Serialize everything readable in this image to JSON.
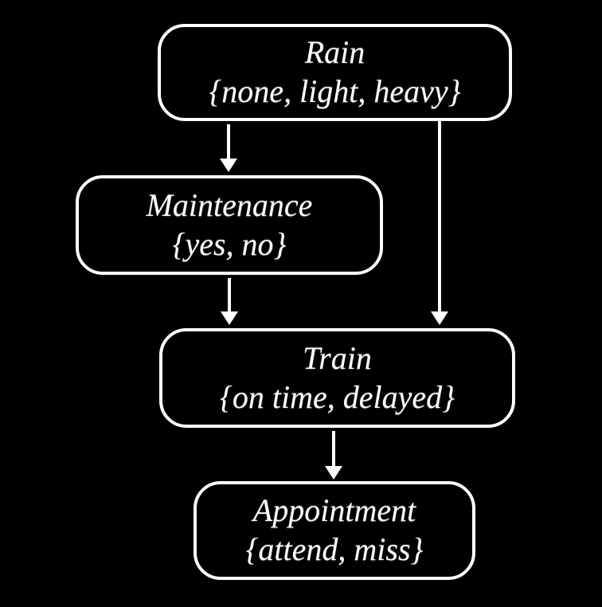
{
  "diagram": {
    "nodes": [
      {
        "id": "rain",
        "label": "Rain",
        "domain": "{none, light, heavy}"
      },
      {
        "id": "maintenance",
        "label": "Maintenance",
        "domain": "{yes, no}"
      },
      {
        "id": "train",
        "label": "Train",
        "domain": "{on time, delayed}"
      },
      {
        "id": "appointment",
        "label": "Appointment",
        "domain": "{attend, miss}"
      }
    ],
    "edges": [
      {
        "from": "rain",
        "to": "maintenance"
      },
      {
        "from": "rain",
        "to": "train"
      },
      {
        "from": "maintenance",
        "to": "train"
      },
      {
        "from": "train",
        "to": "appointment"
      }
    ],
    "colors": {
      "background": "#000000",
      "node_border": "#ffffff",
      "text": "#ffffff",
      "arrow": "#ffffff"
    }
  }
}
